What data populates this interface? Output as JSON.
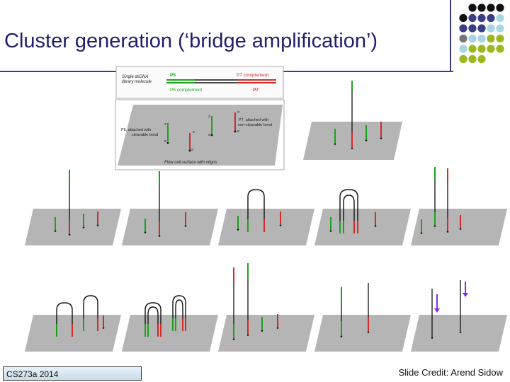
{
  "slide": {
    "title": "Cluster generation (‘bridge amplification’)",
    "footer_left": "CS273a 2014",
    "footer_right": "Slide Credit: Arend Sidow"
  },
  "diagram": {
    "legend": {
      "label_line1": "Single dsDNA",
      "label_line2": "library molecule",
      "p5": "P5",
      "p7_complement": "P7 complement",
      "p5_complement": "P5 complement",
      "p7": "P7"
    },
    "surface_panel": {
      "p5_label_line1": "P5, attached with",
      "p5_label_line2": "cleavable bond",
      "p7_label_line1": "P7, attached with",
      "p7_label_line2": "non-cleavable bond",
      "surface_label": "Flow cell surface with oligos",
      "end_3": "3'",
      "end_5": "5'"
    }
  },
  "colors": {
    "title": "#1f1f6b",
    "accent_rule": "#3d3f84",
    "dna_green": "#1aa31a",
    "dna_red": "#d42a2a",
    "dna_black": "#111111",
    "surface": "#b5b5b5",
    "dot_navy": "#3b3e84",
    "dot_black": "#111111",
    "dot_lightblue": "#a8d5e4",
    "dot_gray": "#777777",
    "dot_olive": "#9bb81c"
  }
}
